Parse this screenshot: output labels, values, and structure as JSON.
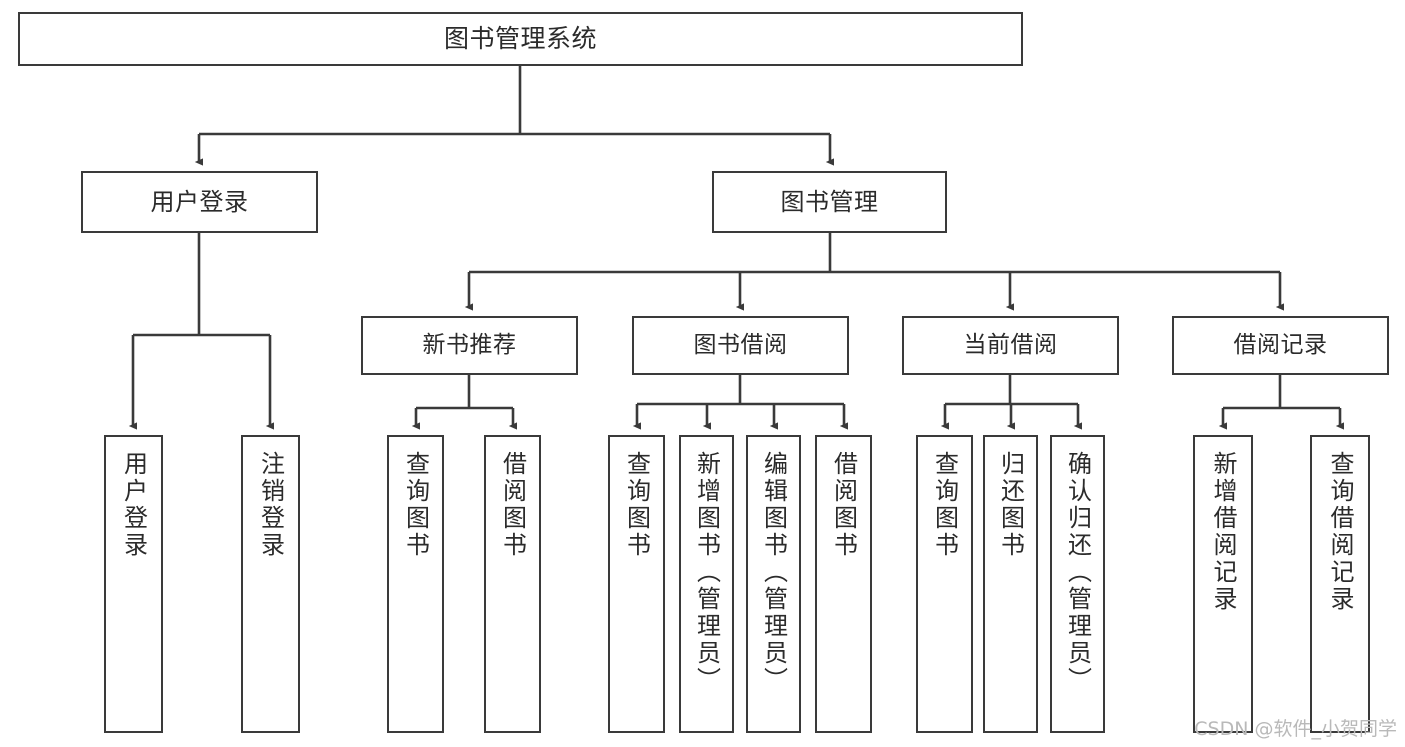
{
  "diagram": {
    "type": "tree",
    "title": "图书管理系统",
    "orientation": "top-down",
    "colors": {
      "background": "#ffffff",
      "node_border": "#3a3a3a",
      "node_fill": "#ffffff",
      "edge": "#3a3a3a",
      "text": "#2b2b2b",
      "watermark": "#b9b9b9"
    }
  },
  "root": {
    "label": "图书管理系统"
  },
  "level2": [
    {
      "label": "用户登录"
    },
    {
      "label": "图书管理"
    }
  ],
  "level3": [
    {
      "label": "新书推荐"
    },
    {
      "label": "图书借阅"
    },
    {
      "label": "当前借阅"
    },
    {
      "label": "借阅记录"
    }
  ],
  "leaves": {
    "user_login": [
      {
        "label": "用户登录"
      },
      {
        "label": "注销登录"
      }
    ],
    "new_book_recommend": [
      {
        "label": "查询图书"
      },
      {
        "label": "借阅图书"
      }
    ],
    "book_borrow": [
      {
        "label": "查询图书"
      },
      {
        "label": "新增图书（管理员）"
      },
      {
        "label": "编辑图书（管理员）"
      },
      {
        "label": "借阅图书"
      }
    ],
    "current_borrow": [
      {
        "label": "查询图书"
      },
      {
        "label": "归还图书"
      },
      {
        "label": "确认归还（管理员）"
      }
    ],
    "borrow_record": [
      {
        "label": "新增借阅记录"
      },
      {
        "label": "查询借阅记录"
      }
    ]
  },
  "watermark": {
    "text": "CSDN @软件_小贺同学"
  }
}
